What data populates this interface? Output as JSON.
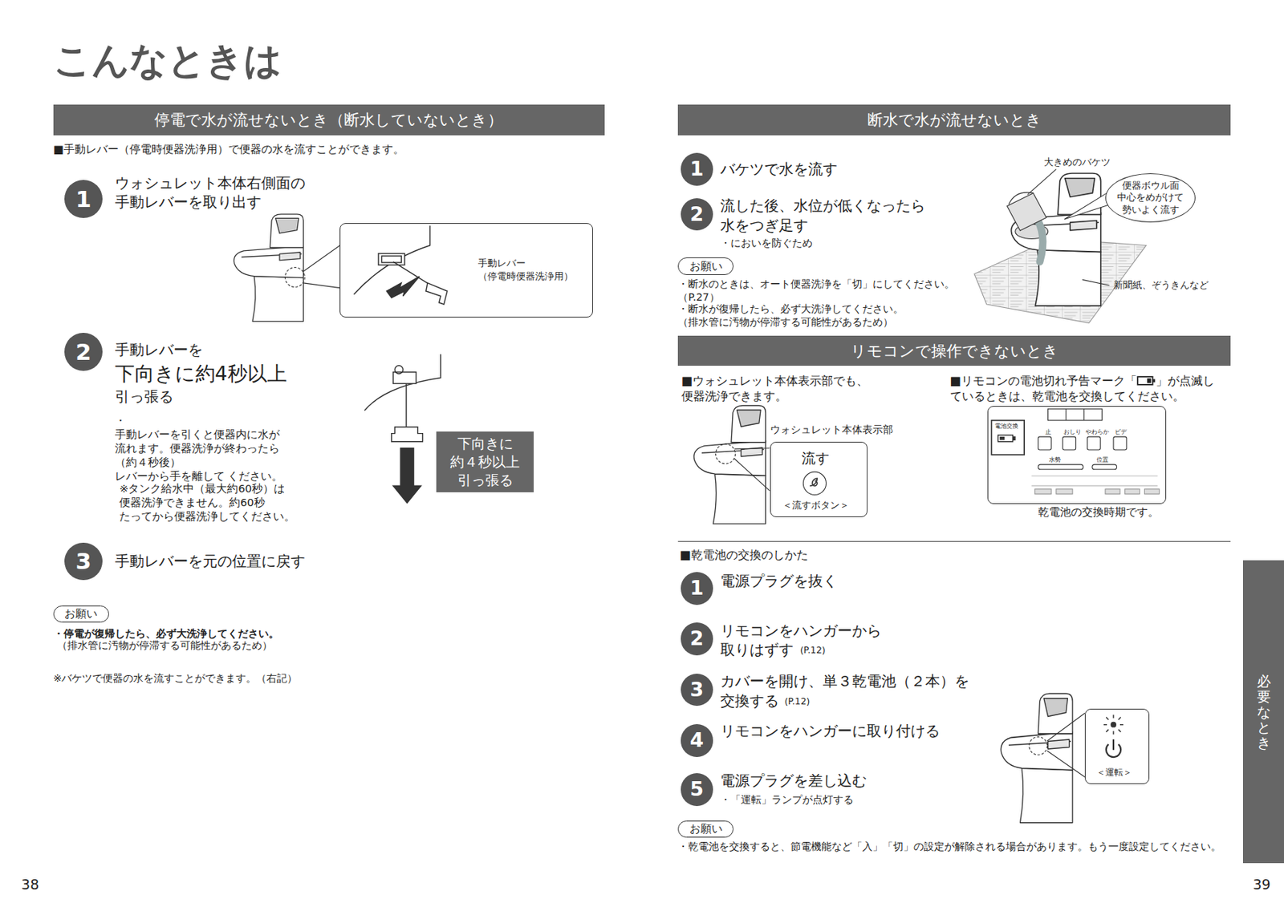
{
  "diagram": {
    "title": "こんなときは",
    "nodes": [
      {
        "text": [
          "停電で水が流せないとき（断水していないとき）"
        ]
      },
      {
        "text": [
          "1"
        ]
      },
      {
        "text": [
          "手動レバー （停電時便器洗浄用）"
        ]
      },
      {
        "text": [
          "2"
        ]
      },
      {
        "text": [
          "下向きに 約４秒以上 引っ張る"
        ]
      },
      {
        "text": [
          "3"
        ]
      },
      {
        "text": [
          "お願い"
        ]
      },
      {
        "text": [
          "断水で水が流せないとき"
        ]
      },
      {
        "text": [
          "1"
        ]
      },
      {
        "text": [
          "2"
        ]
      },
      {
        "text": [
          "便器ボウル面 中心をめがけて 勢いよく流す"
        ]
      },
      {
        "text": [
          "お願い"
        ]
      },
      {
        "text": [
          "リモコンで操作できないとき"
        ]
      },
      {
        "text": [
          "流す",
          "＜流すボタン＞"
        ]
      },
      {
        "text": [
          "電池交換",
          "止",
          "おしり",
          "やわらか",
          "ビデ",
          "水勢",
          "位置"
        ]
      },
      {
        "text": [
          "1"
        ]
      },
      {
        "text": [
          "2"
        ]
      },
      {
        "text": [
          "3"
        ]
      },
      {
        "text": [
          "4"
        ]
      },
      {
        "text": [
          "5"
        ]
      },
      {
        "text": [
          "＜運転＞"
        ]
      },
      {
        "text": [
          "お願い"
        ]
      },
      {
        "text": [
          "必要なとき"
        ]
      }
    ],
    "labels": [
      "■手動レバー（停電時便器洗浄用）で便器の水を流すことができます。",
      "ウォシュレット本体右側面の 手動レバーを取り出す",
      "手動レバーを",
      "下向きに約4秒以上",
      "引っ張る",
      "・手動レバーを引くと便器内に水が 流れます。便器洗浄が終わったら （約４秒後）レバーから手を離して ください。",
      "※タンク給水中（最大約60秒）は 便器洗浄できません。約60秒 たってから便器洗浄してください。",
      "手動レバーを元の位置に戻す",
      "・停電が復帰したら、必ず大洗浄してください。",
      "（排水管に汚物が停滞する可能性があるため）",
      "※バケツで便器の水を流すことができます。（右記）",
      "38",
      "バケツで水を流す",
      "流した後、水位が低くなったら 水をつぎ足す",
      "・においを防ぐため",
      "・断水のときは、オート便器洗浄を「切」にしてください。 （P.27）",
      "・断水が復帰したら、必ず大洗浄してください。 （排水管に汚物が停滞する可能性があるため）",
      "大きめのバケツ",
      "新聞紙、ぞうきんなど",
      "■ウォシュレット本体表示部でも、 便器洗浄できます。",
      "■リモコンの電池切れ予告マーク「",
      "」が点滅し ているときは、乾電池を交換してください。",
      "ウォシュレット本体表示部",
      "乾電池の交換時期です。",
      "■乾電池の交換のしかた",
      "電源プラグを抜く",
      "リモコンをハンガーから 取りはずす",
      "(P.12)",
      "カバーを開け、単３乾電池（２本）を 交換する",
      "(P.12)",
      "リモコンをハンガーに取り付ける",
      "電源プラグを差し込む",
      "・「運転」ランプが点灯する",
      "・乾電池を交換すると、節電機能など「入」「切」の設定が解除される場合があります。もう一度設定してください。",
      "39"
    ]
  }
}
